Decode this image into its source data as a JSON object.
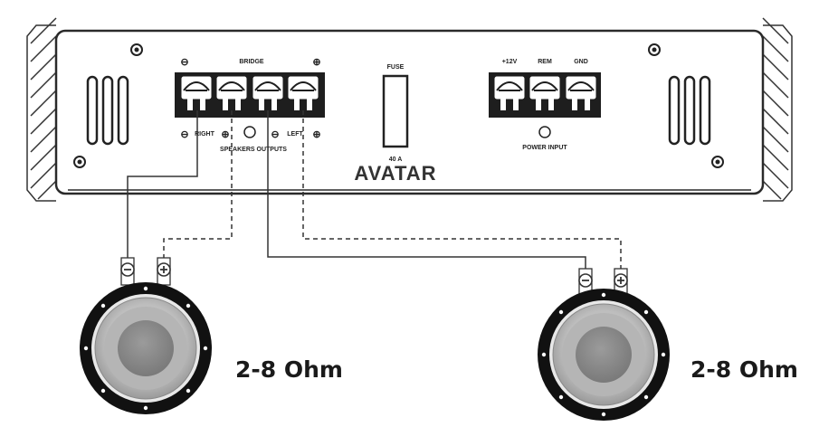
{
  "amplifier": {
    "brand": "AVATAR",
    "speaker_terminals": {
      "bridge_label": "BRIDGE",
      "bridge_minus": "⊖",
      "bridge_plus": "⊕",
      "right_label": "RIGHT",
      "left_label": "LEFT",
      "right_minus": "⊖",
      "right_plus": "⊕",
      "left_minus": "⊖",
      "left_plus": "⊕",
      "section_label": "SPEAKERS OUTPUTS"
    },
    "fuse": {
      "label": "FUSE",
      "rating": "40 A"
    },
    "power_terminals": {
      "labels": [
        "+12V",
        "REM",
        "GND"
      ],
      "section_label": "POWER INPUT"
    }
  },
  "speakers": [
    {
      "impedance": "2-8 Ohm",
      "minus_symbol": "⊖",
      "plus_symbol": "⊕"
    },
    {
      "impedance": "2-8 Ohm",
      "minus_symbol": "⊖",
      "plus_symbol": "⊕"
    }
  ],
  "colors": {
    "terminal_block": "#1e1e1e",
    "speaker_rim": "#111111",
    "speaker_cone_outer": "#c8c8c8",
    "speaker_cone_inner": "#8a8a8a",
    "wire": "#333333"
  }
}
